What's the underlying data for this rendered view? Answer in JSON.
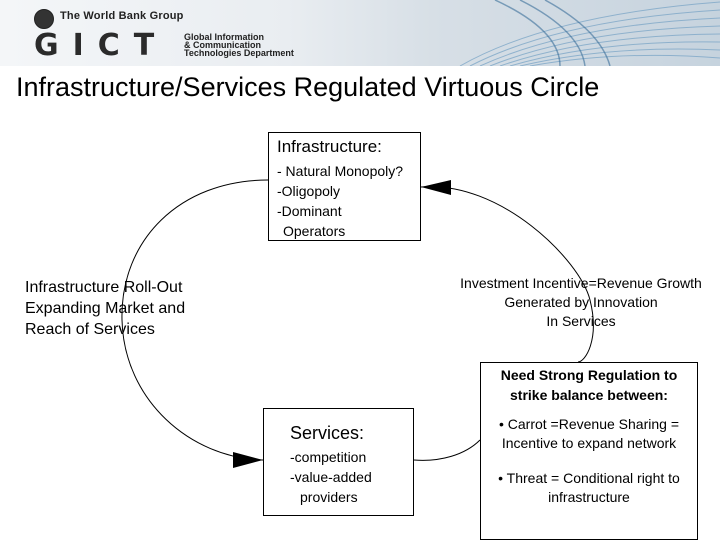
{
  "header": {
    "org_name": "The World Bank Group",
    "brand": "GICT",
    "brand_sub": [
      "Global Information",
      "& Communication",
      "Technologies Department"
    ]
  },
  "title": "Infrastructure/Services Regulated Virtuous Circle",
  "infrastructure": {
    "heading": "Infrastructure:",
    "lines": [
      "- Natural Monopoly?",
      "-Oligopoly",
      "-Dominant",
      " Operators"
    ]
  },
  "services": {
    "heading": "Services:",
    "lines": [
      "-competition",
      "-value-added",
      " providers"
    ]
  },
  "left_label": [
    "Infrastructure Roll-Out",
    "Expanding Market and",
    "Reach of Services"
  ],
  "right_label": [
    "Investment Incentive=Revenue Growth",
    "Generated by Innovation",
    "In Services"
  ],
  "regulation": {
    "heading": [
      "Need Strong Regulation to",
      "strike balance between:"
    ],
    "carrot": "• Carrot =Revenue Sharing = Incentive to expand network",
    "threat": "• Threat = Conditional right to infrastructure"
  },
  "colors": {
    "line": "#000000",
    "title": "#000000"
  }
}
